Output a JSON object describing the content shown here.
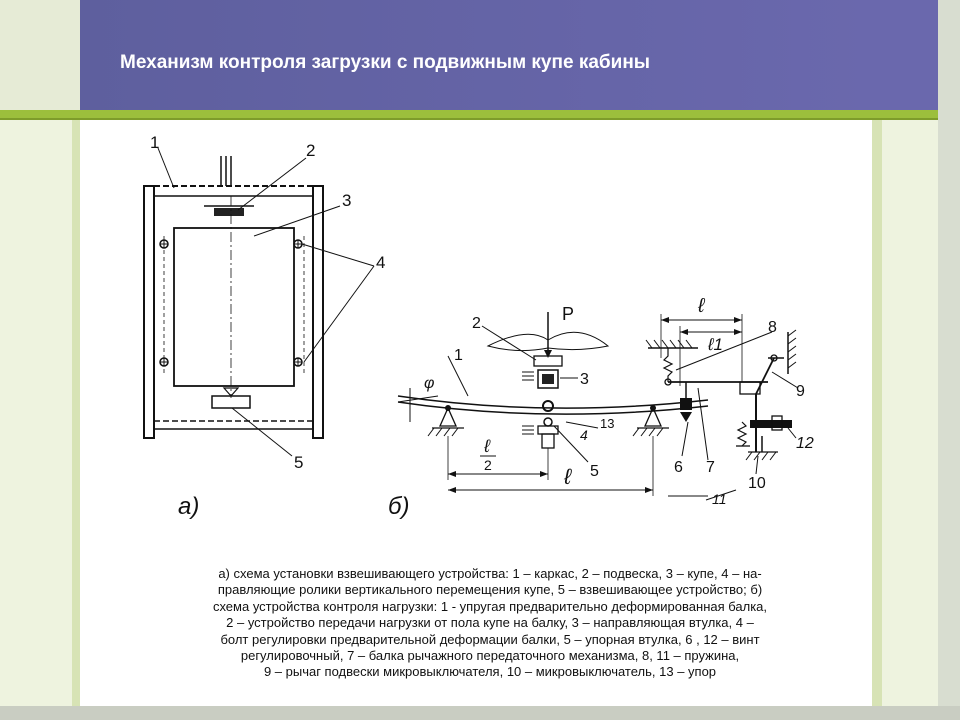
{
  "header": {
    "title": "Механизм контроля загрузки с подвижным купе кабины"
  },
  "figure": {
    "part_a": {
      "label": "а)",
      "callouts": [
        "1",
        "2",
        "3",
        "4",
        "5"
      ]
    },
    "part_b": {
      "label": "б)",
      "force_label": "P",
      "angle_label": "φ",
      "callouts": [
        "1",
        "2",
        "3",
        "4",
        "5",
        "6",
        "7",
        "8",
        "9",
        "10",
        "12",
        "13",
        "11"
      ],
      "dimensions": {
        "l_top": "ℓ",
        "l1": "ℓ1",
        "l_half_num": "ℓ",
        "l_half_den": "2",
        "l_bottom": "ℓ"
      }
    },
    "caption_lines": [
      "а) схема установки взвешивающего устройства: 1 – каркас, 2 – подвеска, 3 – купе, 4 – на-",
      "правляющие ролики вертикального перемещения купе, 5 – взвешивающее устройство; б)",
      "схема устройства контроля нагрузки: 1 - упругая предварительно деформированная балка,",
      "2 – устройство передачи нагрузки от пола купе на балку, 3 – направляющая втулка, 4 –",
      "болт регулировки предварительной деформации балки, 5 – упорная втулка, 6 , 12 – винт",
      "регулировочный, 7 – балка рычажного передаточного механизма, 8, 11 – пружина,",
      "9 – рычаг подвески микровыключателя, 10 – микровыключатель, 13 – упор"
    ]
  }
}
